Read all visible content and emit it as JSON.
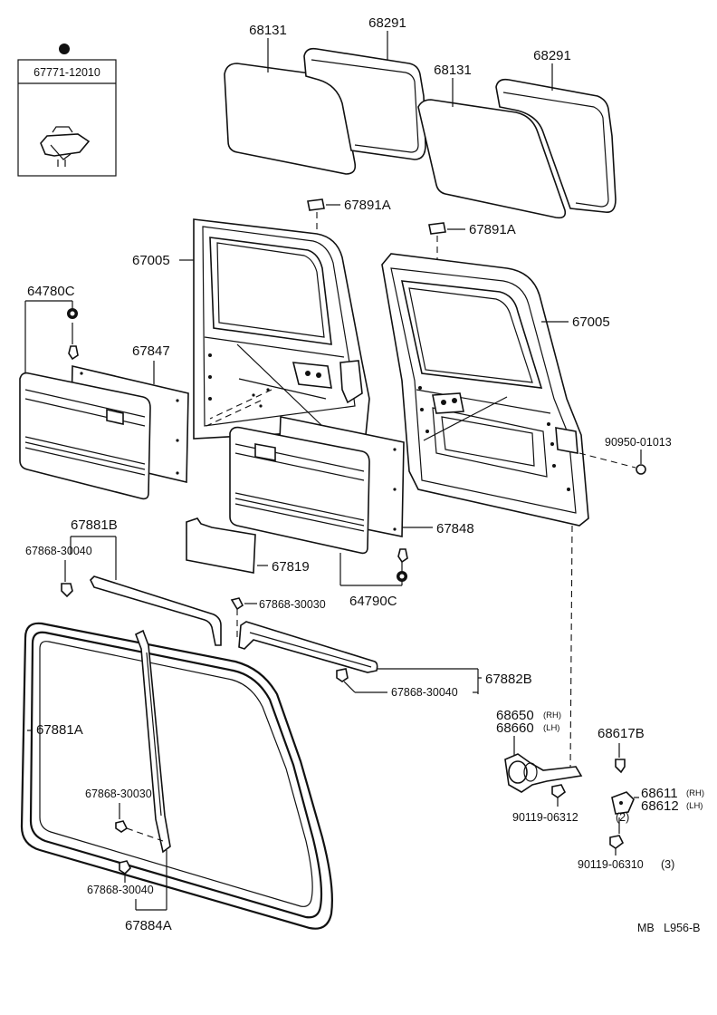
{
  "inset": {
    "part": "67771-12010"
  },
  "glass": [
    {
      "id": "68131"
    },
    {
      "id": "68291"
    },
    {
      "id": "68131"
    },
    {
      "id": "68291"
    }
  ],
  "callouts": {
    "weatherstrip_upper_a": "67891A",
    "weatherstrip_upper_b": "67891A",
    "door_left": "67005",
    "door_right": "67005",
    "trim_left": "64780C",
    "board_left": "67847",
    "bolt_right": "90950-01013",
    "run_a": "67881B",
    "clip_a": "67868-30040",
    "cover_small": "67819",
    "board_right": "67848",
    "trim_right": "64790C",
    "clip_b": "67868-30030",
    "run_b": "67882B",
    "clip_c": "67868-30040",
    "check_rh": "68650",
    "check_lh": "68660",
    "rh": "(RH)",
    "lh": "(LH)",
    "bolt_check": "68617B",
    "hinge_rh": "68611",
    "hinge_lh": "68612",
    "bolt_a": "90119-06312",
    "bolt_a_qty": "(2)",
    "bolt_b": "90119-06310",
    "bolt_b_qty": "(3)",
    "seal_main": "67881A",
    "clip_d": "67868-30030",
    "clip_e": "67868-30040",
    "seal_vert": "67884A"
  },
  "footer": {
    "code": "MB   L956-B"
  }
}
